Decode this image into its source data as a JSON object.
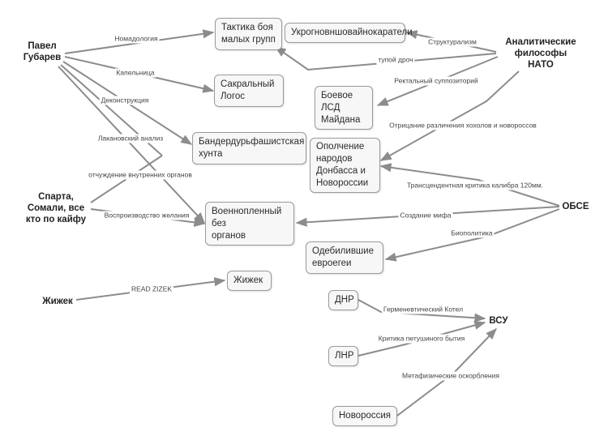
{
  "roots": {
    "gubarev": "Павел\nГубарев",
    "analytics": "Аналитические\nфилософы\nНАТО",
    "sparta": "Спарта,\nСомали, все\nкто по кайфу",
    "obse": "ОБСЕ",
    "zhizhek": "Жижек",
    "vsu": "ВСУ"
  },
  "nodes": {
    "tactics": "Тактика боя\nмалых групп",
    "ukro": "Укрогновншовайнокаратели",
    "sacral": "Сакральный\nЛогос",
    "lsd": "Боевое\nЛСД\nМайдана",
    "bander": "Бандердурьфашистская\nхунта",
    "opolch": "Ополчение\nнародов\nДонбасса и\nНовороссии",
    "voenno": "Военнопленный\nбез\nорганов",
    "odebil": "Одебилившие\nевроегеи",
    "zhizhek_box": "Жижек",
    "dnr": "ДНР",
    "lnr": "ЛНР",
    "novoross": "Новороссия"
  },
  "edge_labels": {
    "nomad": "Номадология",
    "kapel": "Капельница",
    "dekon": "Деконструкция",
    "lakan": "Лакановский анализ",
    "otchuzh": "отчуждение внутренних органов",
    "vosproiz": "Воспроизводство желания",
    "struct": "Структурализм",
    "tupoy": "тупой дроч",
    "rekt": "Ректальный суппозиторий",
    "otric": "Отрицание различения хохолов и новороссов",
    "trans": "Трансцендентная критика калибра 120мм.",
    "mif": "Создание мифа",
    "bio": "Биополитика",
    "read": "READ ZIZEK",
    "german": "Герменевтический Котел",
    "petush": "Критика петушиного бытия",
    "metaf": "Метафизические оскорбления"
  }
}
